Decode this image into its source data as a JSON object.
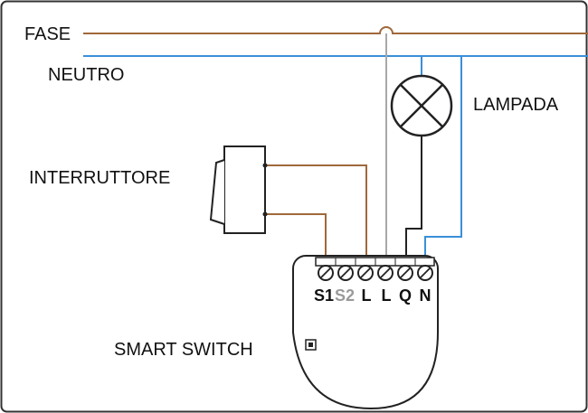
{
  "labels": {
    "fase": "FASE",
    "neutro": "NEUTRO",
    "lampada": "LAMPADA",
    "interruttore": "INTERRUTTORE",
    "smart_switch": "SMART SWITCH"
  },
  "terminals": [
    {
      "label": "S1",
      "dimmed": false
    },
    {
      "label": "S2",
      "dimmed": true
    },
    {
      "label": "L",
      "dimmed": false
    },
    {
      "label": "L",
      "dimmed": false
    },
    {
      "label": "Q",
      "dimmed": false
    },
    {
      "label": "N",
      "dimmed": false
    }
  ],
  "colors": {
    "phase_wire": "#a0683a",
    "neutral_wire": "#3a8fd8",
    "lamp_wire": "#222222",
    "internal_wire": "#a8a8a8",
    "outline": "#222222",
    "frame": "#333333"
  },
  "icons": {
    "lamp": "lamp-symbol-icon",
    "switch": "rocker-switch-icon",
    "led": "status-led-icon"
  }
}
